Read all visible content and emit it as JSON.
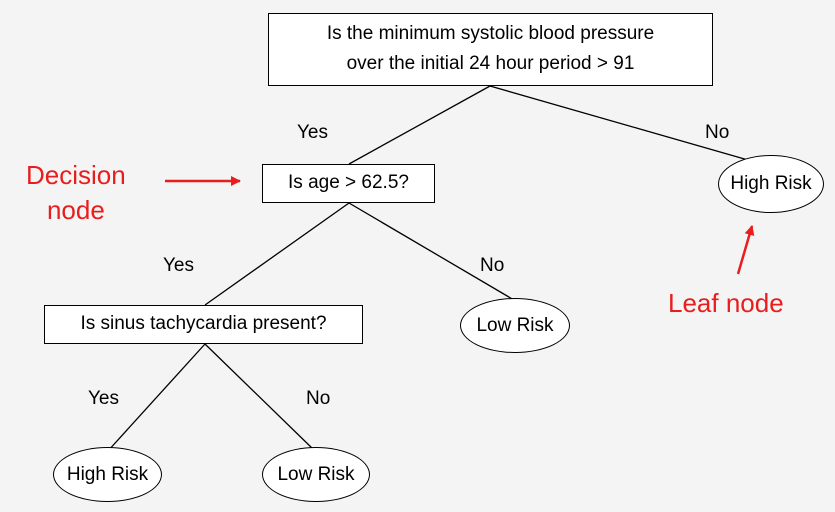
{
  "nodes": {
    "root": {
      "line1": "Is the minimum systolic blood pressure",
      "line2": "over the initial 24 hour period > 91"
    },
    "age": {
      "text": "Is age > 62.5?"
    },
    "sinus": {
      "text": "Is sinus tachycardia present?"
    },
    "leaf_top_right": {
      "text": "High Risk"
    },
    "leaf_mid_right": {
      "text": "Low Risk"
    },
    "leaf_bottom_left": {
      "text": "High Risk"
    },
    "leaf_bottom_right": {
      "text": "Low Risk"
    }
  },
  "edges": {
    "root_yes": "Yes",
    "root_no": "No",
    "age_yes": "Yes",
    "age_no": "No",
    "sinus_yes": "Yes",
    "sinus_no": "No"
  },
  "callouts": {
    "decision_line1": "Decision",
    "decision_line2": "node",
    "leaf": "Leaf node"
  },
  "colors": {
    "callout": "#e81e1e",
    "line": "#000000",
    "background": "#f4f4f4"
  }
}
